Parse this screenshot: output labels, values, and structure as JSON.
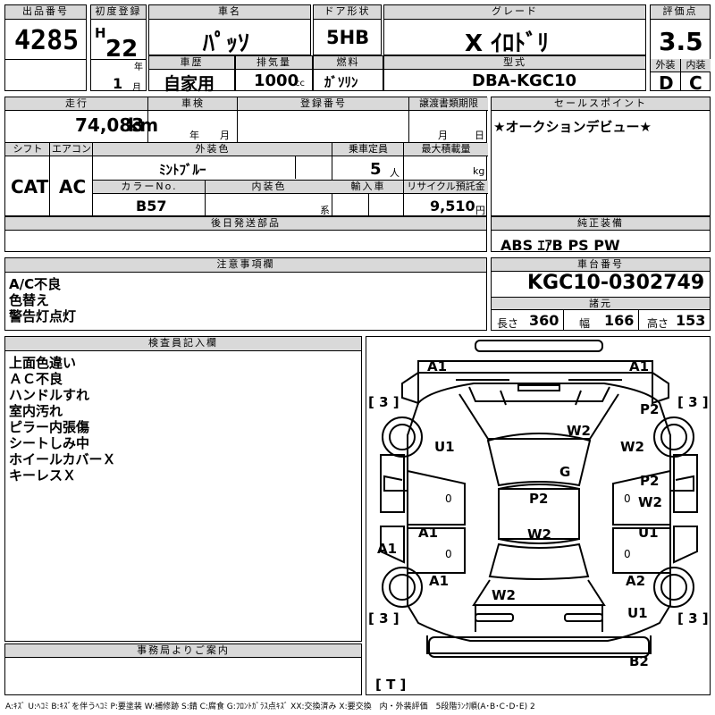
{
  "lot": {
    "label": "出品番号",
    "value": "4285"
  },
  "first_reg": {
    "label": "初度登録",
    "era": "H",
    "year": "22",
    "year_unit": "年",
    "month": "1",
    "month_unit": "月"
  },
  "car_name": {
    "label": "車名",
    "value": "ﾊﾟｯｿ"
  },
  "door": {
    "label": "ドア形状",
    "value": "5HB"
  },
  "grade": {
    "label": "グレード",
    "value": "X ｲﾛﾄﾞﾘ"
  },
  "score": {
    "label": "評価点",
    "value": "3.5"
  },
  "history": {
    "label": "車歴",
    "value": "自家用"
  },
  "displacement": {
    "label": "排気量",
    "value": "1000",
    "unit": "cc"
  },
  "fuel": {
    "label": "燃料",
    "value": "ｶﾞｿﾘﾝ"
  },
  "model": {
    "label": "型式",
    "value": "DBA-KGC10"
  },
  "exterior_grade": {
    "label": "外装",
    "value": "D"
  },
  "interior_grade": {
    "label": "内装",
    "value": "C"
  },
  "mileage": {
    "label": "走行",
    "value": "74,083",
    "unit": "km"
  },
  "inspection": {
    "label": "車検",
    "year_unit": "年",
    "month_unit": "月"
  },
  "reg_no": {
    "label": "登録番号"
  },
  "transfer_deadline": {
    "label": "譲渡書類期限",
    "month_unit": "月",
    "day_unit": "日"
  },
  "shift": {
    "label": "シフト",
    "value": "CAT"
  },
  "aircon": {
    "label": "エアコン",
    "value": "AC"
  },
  "ext_color": {
    "label": "外装色",
    "value": "ﾐﾝﾄﾌﾞﾙｰ"
  },
  "capacity": {
    "label": "乗車定員",
    "value": "5",
    "unit": "人"
  },
  "max_load": {
    "label": "最大積載量",
    "unit": "kg"
  },
  "color_no": {
    "label": "カラーNo.",
    "value": "B57"
  },
  "int_color": {
    "label": "内装色",
    "unit": "系"
  },
  "import": {
    "label": "輸入車"
  },
  "recycle": {
    "label": "リサイクル預託金",
    "value": "9,510",
    "unit": "円"
  },
  "shipping": {
    "label": "後日発送部品"
  },
  "sales_point": {
    "label": "セールスポイント",
    "value": "★オークションデビュー★"
  },
  "equipment": {
    "label": "純正装備",
    "value": "ABS ｴｱB PS PW"
  },
  "notes": {
    "label": "注意事項欄",
    "lines": [
      "A/C不良",
      "色替え",
      "警告灯点灯"
    ]
  },
  "chassis": {
    "label": "車台番号",
    "value": "KGC10-0302749"
  },
  "specs": {
    "label": "諸元",
    "length_label": "長さ",
    "length": "360",
    "width_label": "幅",
    "width": "166",
    "height_label": "高さ",
    "height": "153"
  },
  "inspector": {
    "label": "検査員記入欄",
    "lines": [
      "上面色違い",
      "ＡＣ不良",
      "ハンドルすれ",
      "室内汚れ",
      "ピラー内張傷",
      "シートしみ中",
      "ホイールカバーＸ",
      "キーレスＸ"
    ]
  },
  "office": {
    "label": "事務局よりご案内"
  },
  "diagram": {
    "marks": {
      "front_left_bumper": "A1",
      "front_right_bumper": "A1",
      "tire_fl": "[ 3 ]",
      "tire_fr": "[ 3 ]",
      "fender_fl": "U1",
      "hood": "W2",
      "fender_fr_p": "P2",
      "fender_fr_w": "W2",
      "windshield": "G",
      "door_rr_p": "P2",
      "door_rr_w": "W2",
      "door_fl_zero": "0",
      "door_fr_zero": "0",
      "roof": "P2",
      "roof_w": "W2",
      "rocker_l": "A1",
      "door_rl_a": "A1",
      "door_rr_u": "U1",
      "door_rl_zero": "0",
      "door_rr_zero": "0",
      "qtr_rl": "A1",
      "qtr_rr": "A2",
      "trunk": "W2",
      "qtr_rr_u": "U1",
      "tire_rl": "[ 3 ]",
      "tire_rr": "[ 3 ]",
      "rear_bumper": "B2",
      "spare": "[ T ]"
    }
  },
  "legend": "A:ｷｽﾞ U:ﾍｺﾐ B:ｷｽﾞを伴うﾍｺﾐ P:要塗装 W:補修跡 S:錆 C:腐食 G:ﾌﾛﾝﾄｶﾞﾗｽ点ｷｽﾞ XX:交換済み X:要交換　内・外装評価　5段階ﾗﾝｸ順(A･B･C･D･E) 2"
}
